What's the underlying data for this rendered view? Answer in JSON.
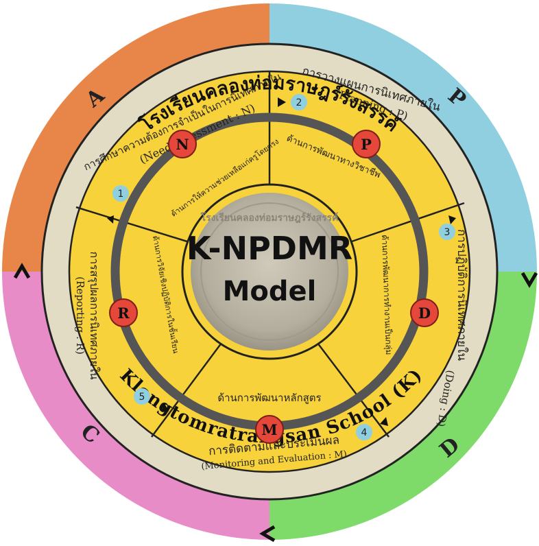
{
  "center": {
    "title": "K-NPDMR",
    "subtitle": "Model",
    "seal_text": "โรงเรียนคลองท่อมราษฎร์รังสรรค์"
  },
  "outer_ring": {
    "top_text": "โรงเรียนคลองท่อมราษฎร์รังสรรค์",
    "bottom_text": "Klongtomratrangsan School (K)",
    "quadrants": [
      {
        "letter": "A",
        "color": "#E8864A"
      },
      {
        "letter": "P",
        "color": "#8FCFE0"
      },
      {
        "letter": "D",
        "color": "#7EDB6A"
      },
      {
        "letter": "C",
        "color": "#E88CC8"
      }
    ]
  },
  "steps": [
    {
      "number": "1",
      "letter": "N",
      "thai": "การศึกษาความต้องการจำเป็นในการนิเทศภายใน",
      "english": "(Need assessment : N)",
      "inner": "ด้านการให้ความช่วยเหลือแก่ครูโดยตรง"
    },
    {
      "number": "2",
      "letter": "P",
      "thai": "การวางแผนการนิเทศภายใน",
      "english": "(Planning : P)",
      "inner": "ด้านการพัฒนาทางวิชาชีพ"
    },
    {
      "number": "3",
      "letter": "D",
      "thai": "การปฏิบัติการนิเทศภายใน",
      "english": "(Doing : D)",
      "inner": "ด้านการพัฒนาการทำงานเป็นกลุ่ม"
    },
    {
      "number": "4",
      "letter": "M",
      "thai": "การติดตามและประเมินผล",
      "english": "(Monitoring and Evaluation : M)",
      "inner": "ด้านการพัฒนาหลักสูตร"
    },
    {
      "number": "5",
      "letter": "R",
      "thai": "การสรุปผลการนิเทศภายใน",
      "english": "(Reporting : R)",
      "inner": "ด้านการวิจัยเชิงปฏิบัติการในชั้นเรียน"
    }
  ],
  "colors": {
    "yellow": "#F8D23A",
    "beige": "#E2DCC4",
    "gray_ring": "#555555",
    "red_badge": "#E5483A",
    "blue_badge": "#8FCFE0",
    "seal": "#B7B2A4"
  }
}
